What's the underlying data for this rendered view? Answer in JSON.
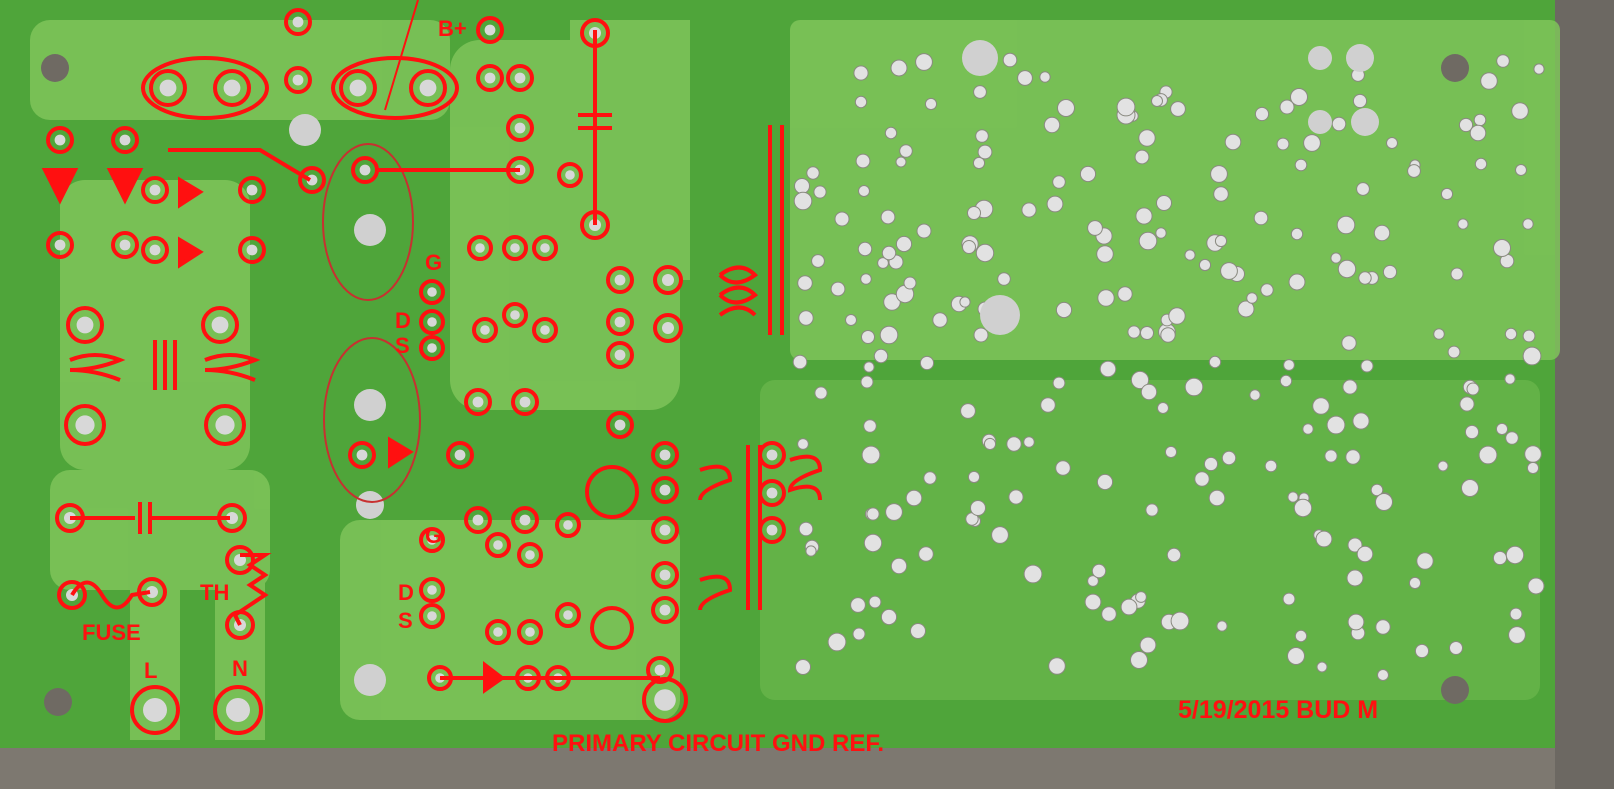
{
  "annotations": {
    "bplus": "B+",
    "gate1": "G",
    "drain1": "D",
    "source1": "S",
    "gate2": "G",
    "drain2": "D",
    "source2": "S",
    "fuse": "FUSE",
    "thermistor": "TH",
    "line": "L",
    "neutral": "N",
    "gnd_ref": "PRIMARY CIRCUIT GND REF.",
    "signature": "5/19/2015 BUD  M"
  },
  "colors": {
    "board": "#4fa53a",
    "trace": "#7fc45a",
    "annotation": "#ff1010",
    "solder": "#d8d8d8",
    "background": "#7d7870"
  }
}
